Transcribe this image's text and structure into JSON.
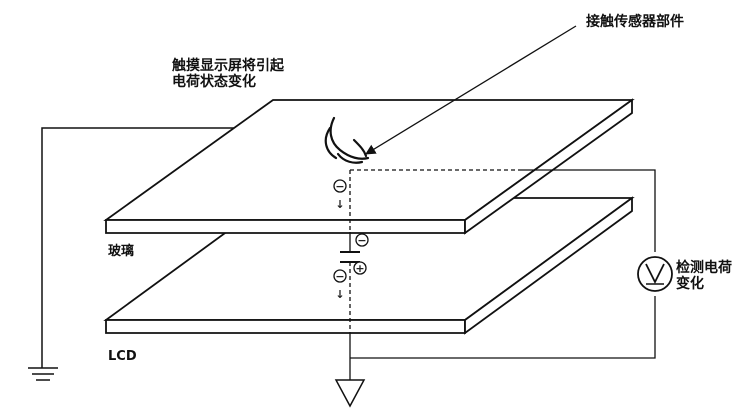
{
  "labels": {
    "touch_note_line1": "触摸显示屏将引起",
    "touch_note_line2": "电荷状态变化",
    "sensor_part": "接触传感器部件",
    "glass": "玻璃",
    "lcd": "LCD",
    "detect_line1": "检测电荷",
    "detect_line2": "变化"
  },
  "symbols": {
    "negative": "−",
    "positive": "+",
    "down_arrow": "↓"
  },
  "colors": {
    "stroke": "#111111",
    "plate_fill": "#ffffff",
    "text": "#111111"
  }
}
